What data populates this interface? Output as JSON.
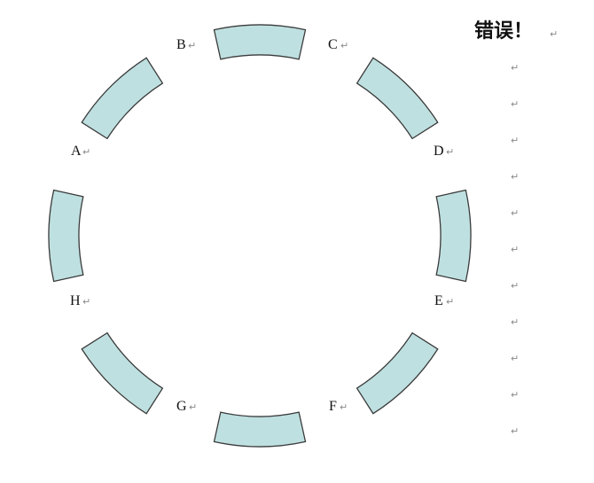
{
  "diagram": {
    "error_text": "错误！",
    "return_mark": "↵",
    "labels": [
      {
        "id": "A",
        "text": "A"
      },
      {
        "id": "B",
        "text": "B"
      },
      {
        "id": "C",
        "text": "C"
      },
      {
        "id": "D",
        "text": "D"
      },
      {
        "id": "E",
        "text": "E"
      },
      {
        "id": "F",
        "text": "F"
      },
      {
        "id": "G",
        "text": "G"
      },
      {
        "id": "H",
        "text": "H"
      }
    ],
    "segment_color": "#bfe0e1",
    "outline_color": "#3a3a3a",
    "segment_count": 8,
    "side_mark_count": 11
  }
}
